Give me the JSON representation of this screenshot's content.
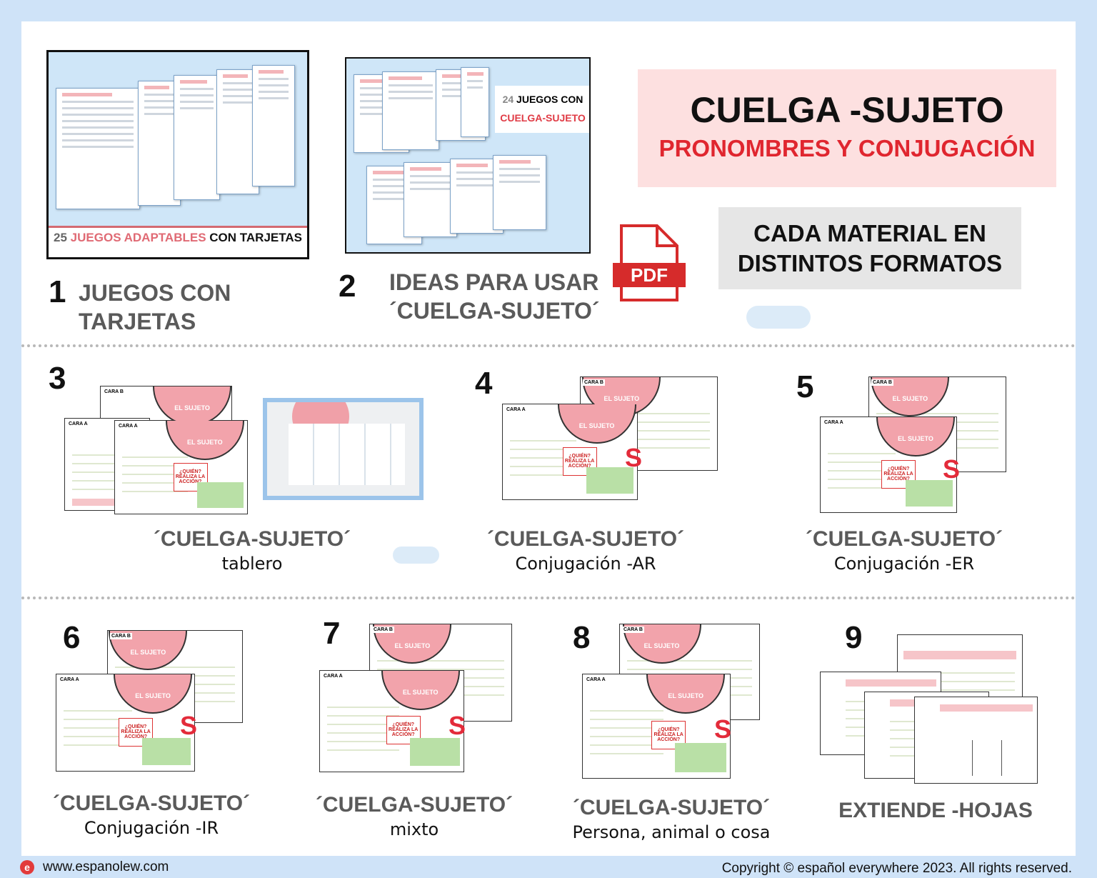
{
  "title": {
    "main": "CUELGA -SUJETO",
    "subtitle": "PRONOMBRES Y CONJUGACIÓN"
  },
  "formats": {
    "line1": "CADA MATERIAL EN",
    "line2": "DISTINTOS FORMATOS",
    "pdf_label": "PDF"
  },
  "cover1": {
    "num": "25",
    "red": "JUEGOS ADAPTABLES",
    "black": "CON TARJETAS"
  },
  "cover2": {
    "num": "24",
    "black": "JUEGOS CON",
    "red": "CUELGA-SUJETO"
  },
  "items": [
    {
      "num": "1",
      "line1": "JUEGOS CON",
      "line2": "TARJETAS"
    },
    {
      "num": "2",
      "line1": "IDEAS PARA USAR",
      "line2": "´CUELGA-SUJETO´"
    },
    {
      "num": "3",
      "caption": "´CUELGA-SUJETO´",
      "sub": "tablero"
    },
    {
      "num": "4",
      "caption": "´CUELGA-SUJETO´",
      "sub": "Conjugación -AR"
    },
    {
      "num": "5",
      "caption": "´CUELGA-SUJETO´",
      "sub": "Conjugación -ER"
    },
    {
      "num": "6",
      "caption": "´CUELGA-SUJETO´",
      "sub": "Conjugación -IR"
    },
    {
      "num": "7",
      "caption": "´CUELGA-SUJETO´",
      "sub": "mixto"
    },
    {
      "num": "8",
      "caption": "´CUELGA-SUJETO´",
      "sub": "Persona, animal o cosa"
    },
    {
      "num": "9",
      "caption": "EXTIENDE -HOJAS"
    }
  ],
  "sheet": {
    "tab": "EL SUJETO",
    "side_a": "CARA A",
    "side_b": "CARA B",
    "who": "¿QUIÉN? REALIZA LA ACCIÓN?"
  },
  "footer": {
    "website": "www.espanolew.com",
    "copyright": "Copyright © español everywhere 2023. All rights reserved."
  },
  "colors": {
    "red": "#e0262f",
    "pink_box": "#fde0e0",
    "gray_box": "#e6e6e6",
    "background": "#cfe3f8"
  }
}
